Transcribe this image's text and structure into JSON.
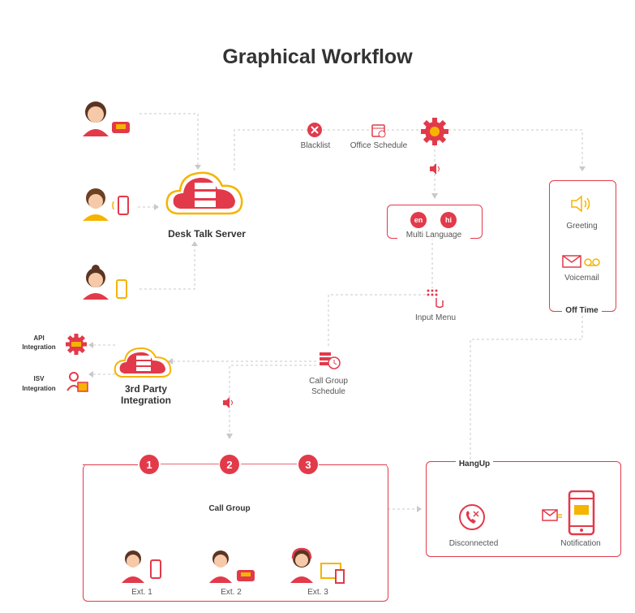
{
  "title": "Graphical Workflow",
  "server": {
    "label": "Desk Talk Server"
  },
  "third_party": {
    "label_line1": "3rd Party",
    "label_line2": "Integration"
  },
  "api": {
    "line1": "API",
    "line2": "Integration"
  },
  "isv": {
    "line1": "ISV",
    "line2": "Integration"
  },
  "blacklist": {
    "label": "Blacklist"
  },
  "office_schedule": {
    "label": "Office Schedule"
  },
  "multi_language": {
    "label": "Multi Language",
    "lang1": "en",
    "lang2": "hi"
  },
  "input_menu": {
    "label": "Input Menu"
  },
  "call_group_schedule": {
    "label_line1": "Call Group",
    "label_line2": "Schedule"
  },
  "off_time": {
    "label": "Off Time",
    "greeting": "Greeting",
    "voicemail": "Voicemail"
  },
  "call_group": {
    "label": "Call Group",
    "numbers": [
      "1",
      "2",
      "3"
    ],
    "extensions": [
      "Ext. 1",
      "Ext. 2",
      "Ext. 3"
    ]
  },
  "hangup": {
    "label": "HangUp",
    "disconnected": "Disconnected",
    "notification": "Notification"
  },
  "colors": {
    "accent": "#e23a4a",
    "gold": "#f5b400",
    "line": "#c8c8c8"
  }
}
